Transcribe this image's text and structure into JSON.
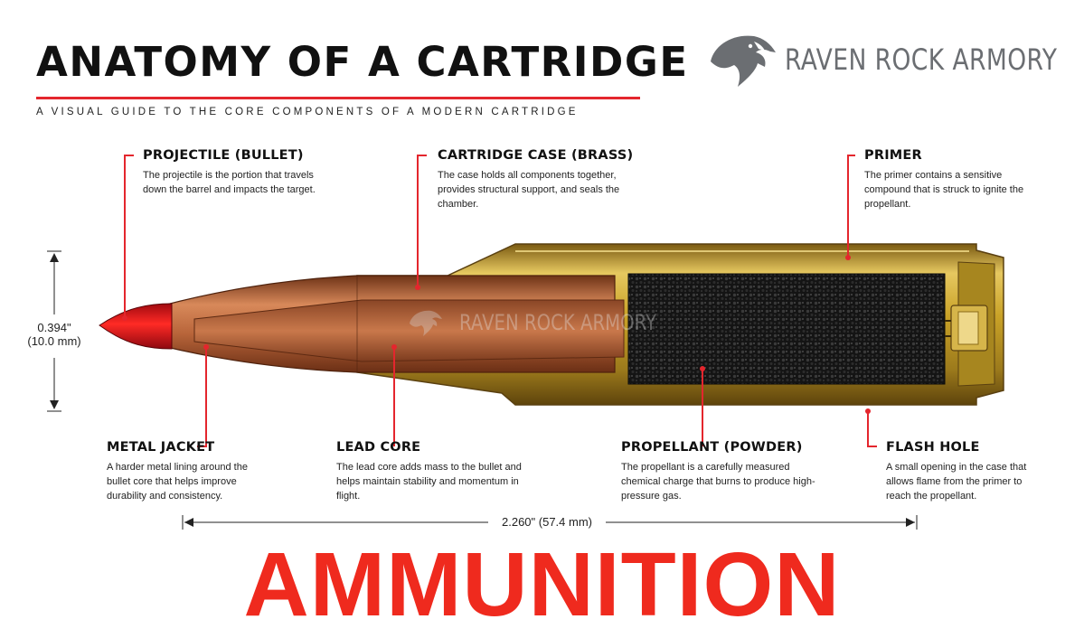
{
  "header": {
    "title": "ANATOMY OF A CARTRIDGE",
    "subtitle": "A VISUAL GUIDE TO THE CORE COMPONENTS OF A MODERN CARTRIDGE"
  },
  "brand": {
    "name": "RAVEN ROCK ARMORY",
    "icon": "raven-head-icon",
    "watermark": "RAVEN ROCK ARMORY"
  },
  "callouts": [
    {
      "id": "projectile",
      "title": "PROJECTILE (BULLET)",
      "text": "The projectile is the portion that travels down the barrel and impacts the target."
    },
    {
      "id": "case",
      "title": "CARTRIDGE CASE (BRASS)",
      "text": "The case holds all components together, provides structural support, and seals the chamber."
    },
    {
      "id": "primer",
      "title": "PRIMER",
      "text": "The primer contains a sensitive compound that is struck to ignite the propellant."
    },
    {
      "id": "jacket",
      "title": "METAL JACKET",
      "text": "A harder metal lining around the bullet core that helps improve durability and consistency."
    },
    {
      "id": "lead-core",
      "title": "LEAD CORE",
      "text": "The lead core adds mass to the bullet and helps maintain stability and momentum in flight."
    },
    {
      "id": "propellant",
      "title": "PROPELLANT (POWDER)",
      "text": "The propellant is a carefully measured chemical charge that burns to produce high-pressure gas."
    },
    {
      "id": "flash-hole",
      "title": "FLASH HOLE",
      "text": "A small opening in the case that allows flame from the primer to reach the propellant."
    }
  ],
  "dimensions": {
    "diameter": {
      "inches": "0.394\"",
      "mm": "(10.0 mm)"
    },
    "length": "2.260\" (57.4 mm)"
  },
  "headline": "AMMUNITION",
  "colors": {
    "accent_red": "#e4262d",
    "headline_red": "#ef2a1e",
    "brass": "#c9a227",
    "copper": "#b8653a",
    "tip_red": "#e3101b",
    "powder": "#151515",
    "brand_gray": "#6b6e72"
  }
}
